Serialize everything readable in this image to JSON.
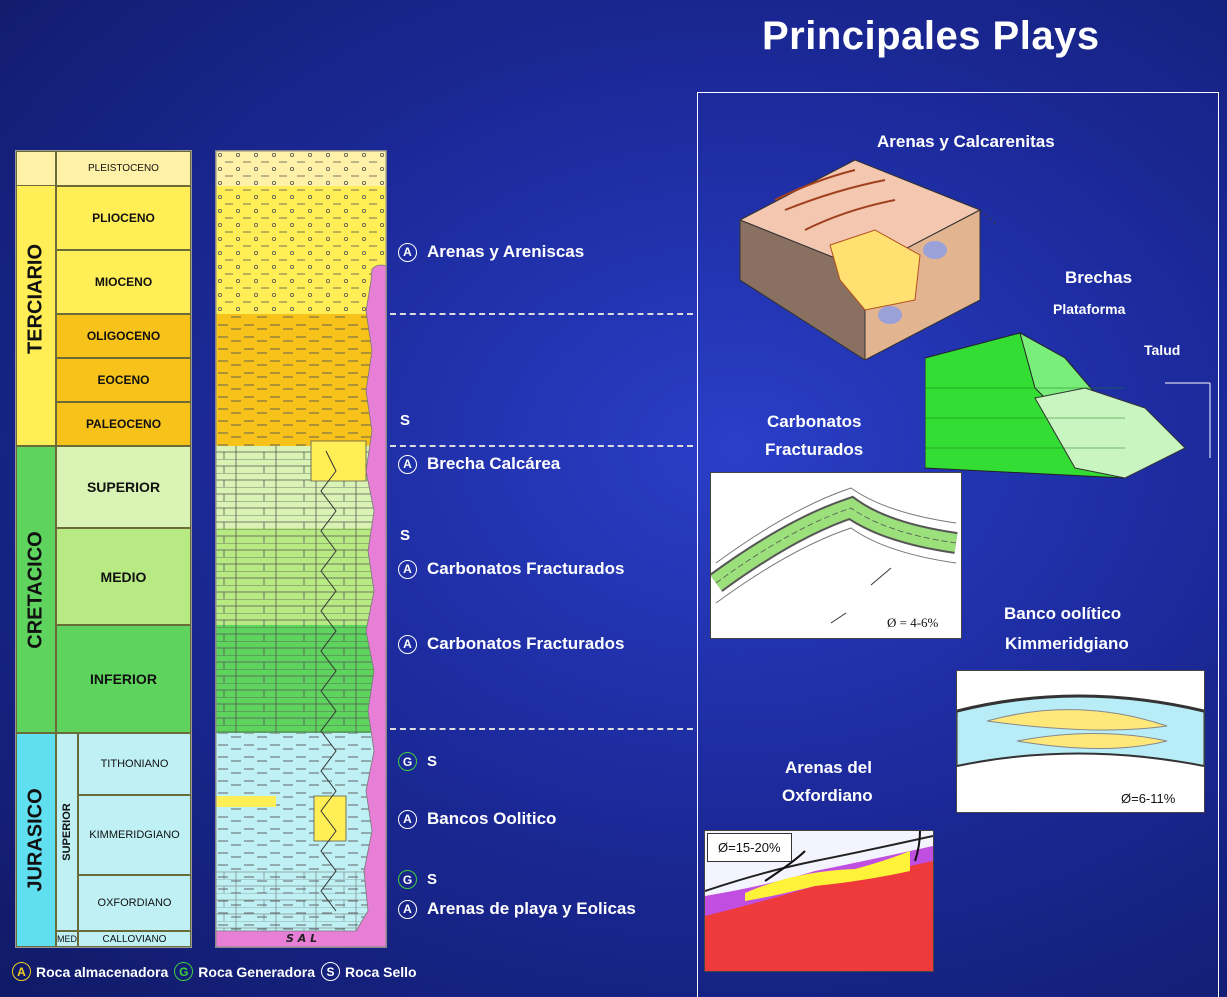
{
  "title": "Principales Plays",
  "periods": [
    {
      "name": "TERCIARIO"
    },
    {
      "name": "CRETACICO"
    },
    {
      "name": "JURASICO"
    }
  ],
  "jurassic_sub": "SUPERIOR",
  "epochs": [
    "PLEISTOCENO",
    "PLIOCENO",
    "MIOCENO",
    "OLIGOCENO",
    "EOCENO",
    "PALEOCENO",
    "SUPERIOR",
    "MEDIO",
    "INFERIOR",
    "TITHONIANO",
    "KIMMERIDGIANO",
    "OXFORDIANO",
    "CALLOVIANO"
  ],
  "med_label": "MED",
  "column_base": "S A L",
  "plays_left": [
    {
      "badge": "A",
      "text": "Arenas y Areniscas"
    },
    {
      "badge": "",
      "text": "S"
    },
    {
      "badge": "A",
      "text": "Brecha Calcárea"
    },
    {
      "badge": "",
      "text": "S"
    },
    {
      "badge": "A",
      "text": "Carbonatos Fracturados"
    },
    {
      "badge": "A",
      "text": "Carbonatos Fracturados"
    },
    {
      "badge": "G",
      "text": "S"
    },
    {
      "badge": "A",
      "text": "Bancos Oolitico"
    },
    {
      "badge": "G",
      "text": "S"
    },
    {
      "badge": "A",
      "text": "Arenas de playa y Eolicas"
    }
  ],
  "right": {
    "arenas_calc": "Arenas y Calcarenitas",
    "brechas": "Brechas",
    "plataforma": "Plataforma",
    "talud": "Talud",
    "carb_fract_1": "Carbonatos",
    "carb_fract_2": "Fracturados",
    "phi_carb": "Ø = 4-6%",
    "banco_1": "Banco oolítico",
    "banco_2": "Kimmeridgiano",
    "phi_banco": "Ø=6-11%",
    "arenas_ox_1": "Arenas del",
    "arenas_ox_2": "Oxfordiano",
    "phi_ox": "Ø=15-20%"
  },
  "legend": [
    {
      "badge": "A",
      "text": "Roca almacenadora"
    },
    {
      "badge": "G",
      "text": "Roca Generadora"
    },
    {
      "badge": "S",
      "text": "Roca Sello"
    }
  ],
  "colors": {
    "terciario_light": "#fff2a8",
    "terciario": "#ffee55",
    "terciario_dark": "#f7c21a",
    "cretacico_light": "#d9f3b4",
    "cretacico_mid": "#b8ea84",
    "cretacico_dark": "#5ed35e",
    "jurasico": "#bff0f4",
    "salt": "#e87fd6"
  }
}
